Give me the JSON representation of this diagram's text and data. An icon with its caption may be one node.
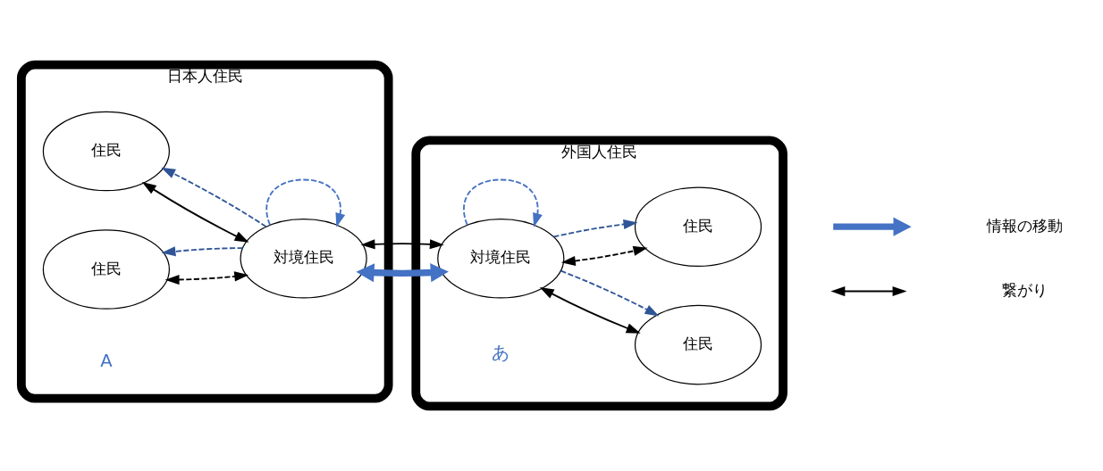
{
  "diagram": {
    "nodes": [
      {
        "text": [
          "日本人住民"
        ]
      },
      {
        "text": [
          "住民"
        ],
        "in": 0
      },
      {
        "text": [
          "住民"
        ],
        "in": 0
      },
      {
        "text": [
          "対境住民"
        ],
        "in": 0
      },
      {
        "text": [
          "外国人住民"
        ]
      },
      {
        "text": [
          "対境住民"
        ],
        "in": 4
      },
      {
        "text": [
          "住民"
        ],
        "in": 4
      },
      {
        "text": [
          "住民"
        ],
        "in": 4
      }
    ],
    "edges": [
      {
        "from": 1,
        "to": 3,
        "arrow": "both"
      },
      {
        "from": 2,
        "to": 3,
        "arrow": "both",
        "style": "dashed"
      },
      {
        "from": 3,
        "to": 1,
        "arrow": "to",
        "style": "dashed",
        "color": "#2f5597"
      },
      {
        "from": 3,
        "to": 2,
        "arrow": "to",
        "style": "dashed",
        "color": "#2f5597"
      },
      {
        "from": 3,
        "to": 3,
        "arrow": "to",
        "style": "dashed",
        "color": "#4472c4"
      },
      {
        "from": 3,
        "to": 5,
        "arrow": "both",
        "style": "thick",
        "color": "#4472c4"
      },
      {
        "from": 3,
        "to": 5,
        "arrow": "both"
      },
      {
        "from": 5,
        "to": 5,
        "arrow": "to",
        "style": "dashed",
        "color": "#4472c4"
      },
      {
        "from": 5,
        "to": 6,
        "arrow": "both"
      },
      {
        "from": 5,
        "to": 7,
        "arrow": "both",
        "style": "dashed"
      },
      {
        "from": 5,
        "to": 6,
        "arrow": "to",
        "style": "dashed",
        "color": "#2f5597"
      },
      {
        "from": 5,
        "to": 7,
        "arrow": "to",
        "style": "dashed",
        "color": "#2f5597"
      }
    ],
    "labels": [
      "A",
      "あ"
    ],
    "legend": [
      {
        "text": "情報の移動"
      },
      {
        "text": "繋がり"
      }
    ]
  }
}
